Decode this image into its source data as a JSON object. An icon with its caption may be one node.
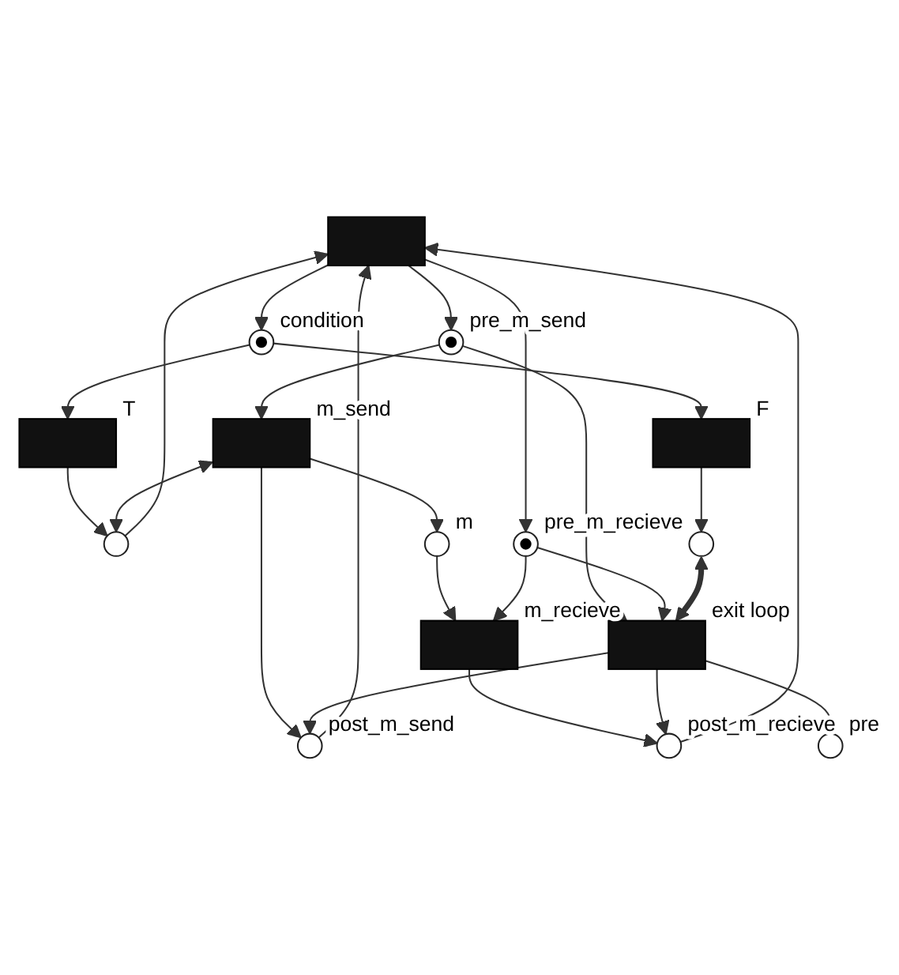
{
  "diagram": {
    "nodes": [
      {
        "text": [],
        "shape": "bar"
      },
      {
        "text": [],
        "shape": "circle",
        "beside": [
          "condition"
        ]
      },
      {
        "text": [],
        "shape": "bar",
        "beside": [
          "T"
        ]
      },
      {
        "text": [],
        "shape": "bar",
        "beside": [
          "F"
        ]
      },
      {
        "text": [],
        "shape": "circle"
      },
      {
        "text": [],
        "shape": "circle"
      },
      {
        "text": [],
        "shape": "circle",
        "beside": [
          "pre_m_send"
        ]
      },
      {
        "text": [],
        "shape": "circle",
        "beside": [
          "pre_m_recieve"
        ]
      },
      {
        "text": [],
        "shape": "bar",
        "beside": [
          "m_send"
        ]
      },
      {
        "text": [],
        "shape": "circle",
        "beside": [
          "m"
        ]
      },
      {
        "text": [],
        "shape": "bar",
        "beside": [
          "m_recieve"
        ]
      },
      {
        "text": [],
        "shape": "circle",
        "beside": [
          "post_m_send"
        ]
      },
      {
        "text": [],
        "shape": "circle",
        "beside": [
          "post_m_recieve"
        ]
      },
      {
        "text": [],
        "shape": "bar",
        "beside": [
          "exit loop"
        ]
      },
      {
        "text": [],
        "shape": "circle",
        "beside": [
          "pre"
        ]
      }
    ],
    "edges": [
      {
        "from": 0,
        "to": 1,
        "arrow": "to"
      },
      {
        "from": 1,
        "to": 2,
        "arrow": "to"
      },
      {
        "from": 1,
        "to": 3,
        "arrow": "to"
      },
      {
        "from": 2,
        "to": 4,
        "arrow": "to"
      },
      {
        "from": 3,
        "to": 5,
        "arrow": "to"
      },
      {
        "from": 4,
        "to": 0,
        "arrow": "to"
      },
      {
        "from": 0,
        "to": 6,
        "arrow": "to"
      },
      {
        "from": 0,
        "to": 7,
        "arrow": "to"
      },
      {
        "from": 11,
        "to": 0,
        "arrow": "to"
      },
      {
        "from": 12,
        "to": 0,
        "arrow": "to"
      },
      {
        "from": 6,
        "to": 8,
        "arrow": "to"
      },
      {
        "from": 8,
        "to": 4,
        "arrow": "both"
      },
      {
        "from": 8,
        "to": 9,
        "arrow": "to"
      },
      {
        "from": 9,
        "to": 10,
        "arrow": "to"
      },
      {
        "from": 7,
        "to": 10,
        "arrow": "to"
      },
      {
        "from": 8,
        "to": 11,
        "arrow": "to"
      },
      {
        "from": 10,
        "to": 12,
        "arrow": "to"
      },
      {
        "from": 6,
        "to": 13,
        "arrow": "to"
      },
      {
        "from": 7,
        "to": 13,
        "arrow": "to"
      },
      {
        "from": 5,
        "to": 13,
        "arrow": "both",
        "style": "thick"
      },
      {
        "from": 13,
        "to": 11,
        "arrow": "to"
      },
      {
        "from": 13,
        "to": 12,
        "arrow": "to"
      },
      {
        "from": 13,
        "to": 14,
        "arrow": "to"
      }
    ]
  }
}
